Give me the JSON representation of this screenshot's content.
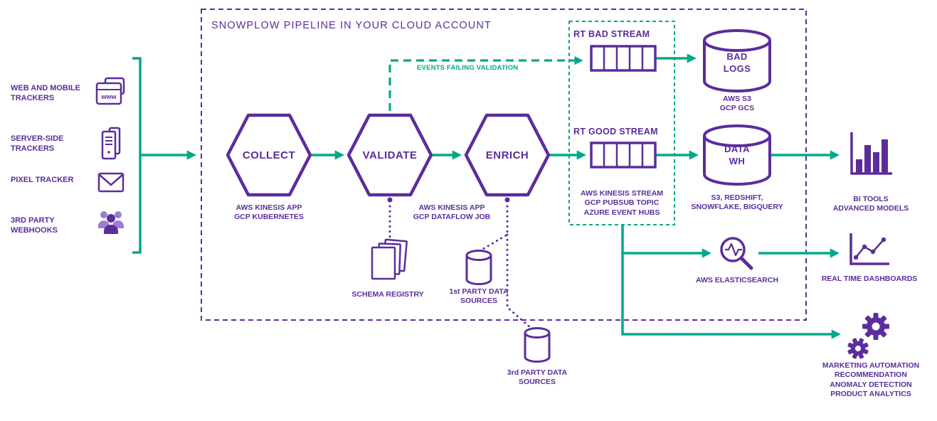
{
  "colors": {
    "purple": "#5b2d9c",
    "purple-light": "#9b7fd4",
    "teal": "#00a98a",
    "bg": "#ffffff"
  },
  "pipeline": {
    "title": "SNOWPLOW PIPELINE IN YOUR CLOUD ACCOUNT"
  },
  "sources": {
    "web_mobile": "WEB AND MOBILE\nTRACKERS",
    "server_side": "SERVER-SIDE\nTRACKERS",
    "pixel": "PIXEL TRACKER",
    "webhooks": "3RD PARTY\nWEBHOOKS",
    "browser_icon_text": "www"
  },
  "stages": {
    "collect": "COLLECT",
    "validate": "VALIDATE",
    "enrich": "ENRICH",
    "collect_caption": "AWS KINESIS APP\nGCP KUBERNETES",
    "validate_enrich_caption": "AWS KINESIS APP\nGCP DATAFLOW JOB"
  },
  "streams": {
    "bad_label": "RT BAD STREAM",
    "good_label": "RT GOOD STREAM",
    "caption": "AWS KINESIS STREAM\nGCP PUBSUB TOPIC\nAZURE EVENT HUBS",
    "failing_note": "EVENTS FAILING VALIDATION"
  },
  "storage": {
    "bad_logs": "BAD\nLOGS",
    "bad_logs_caption": "AWS S3\nGCP GCS",
    "data_wh": "DATA\nWH",
    "data_wh_caption": "S3, REDSHIFT,\nSNOWFLAKE, BIGQUERY"
  },
  "registry": {
    "schema": "SCHEMA REGISTRY",
    "first_party": "1st PARTY DATA\nSOURCES",
    "third_party": "3rd PARTY DATA\nSOURCES"
  },
  "outputs": {
    "bi_tools": "BI TOOLS\nADVANCED MODELS",
    "elasticsearch": "AWS ELASTICSEARCH",
    "dashboards": "REAL TIME DASHBOARDS",
    "activation": "MARKETING AUTOMATION\nRECOMMENDATION\nANOMALY DETECTION\nPRODUCT ANALYTICS"
  }
}
